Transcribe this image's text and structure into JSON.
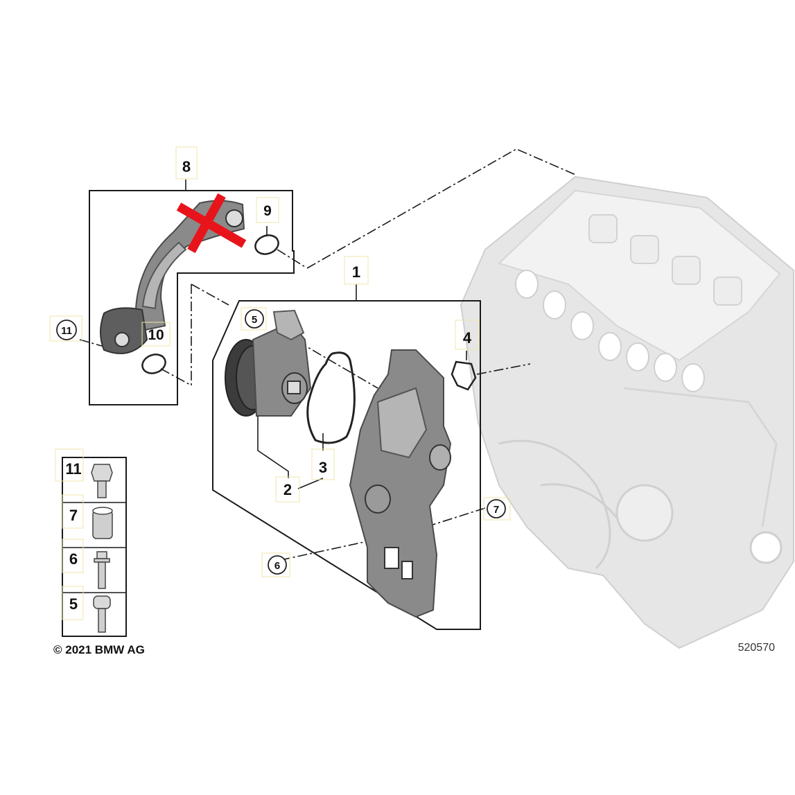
{
  "callouts": {
    "c1": "1",
    "c2": "2",
    "c3": "3",
    "c4": "4",
    "c5": "5",
    "c6": "6",
    "c7": "7",
    "c8": "8",
    "c9": "9",
    "c10": "10",
    "c11": "11"
  },
  "legend": {
    "items": [
      {
        "label": "11",
        "icon": "hex-bolt-icon"
      },
      {
        "label": "7",
        "icon": "dowel-sleeve-icon"
      },
      {
        "label": "6",
        "icon": "flange-bolt-icon"
      },
      {
        "label": "5",
        "icon": "torx-bolt-icon"
      }
    ]
  },
  "copyright": "© 2021 BMW AG",
  "diagram_number": "520570",
  "colors": {
    "highlight": "#fde9a0",
    "cross_mark": "#e8141b",
    "engine_ghost": "#e6e6e6",
    "part_metal": "#8a8a8a"
  }
}
